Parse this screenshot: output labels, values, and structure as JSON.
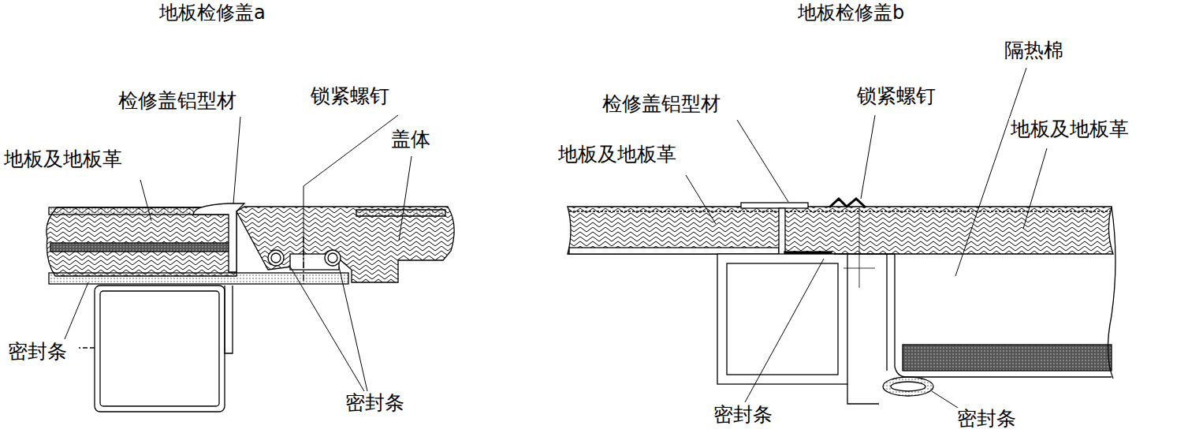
{
  "diagram": {
    "labels": [
      "地板检修盖a",
      "检修盖铝型材",
      "锁紧螺钉",
      "地板及地板革",
      "盖体",
      "密封条",
      "密封条",
      "地板检修盖b",
      "隔热棉",
      "检修盖铝型材",
      "锁紧螺钉",
      "地板及地板革",
      "地板及地板革",
      "密封条",
      "密封条"
    ]
  }
}
